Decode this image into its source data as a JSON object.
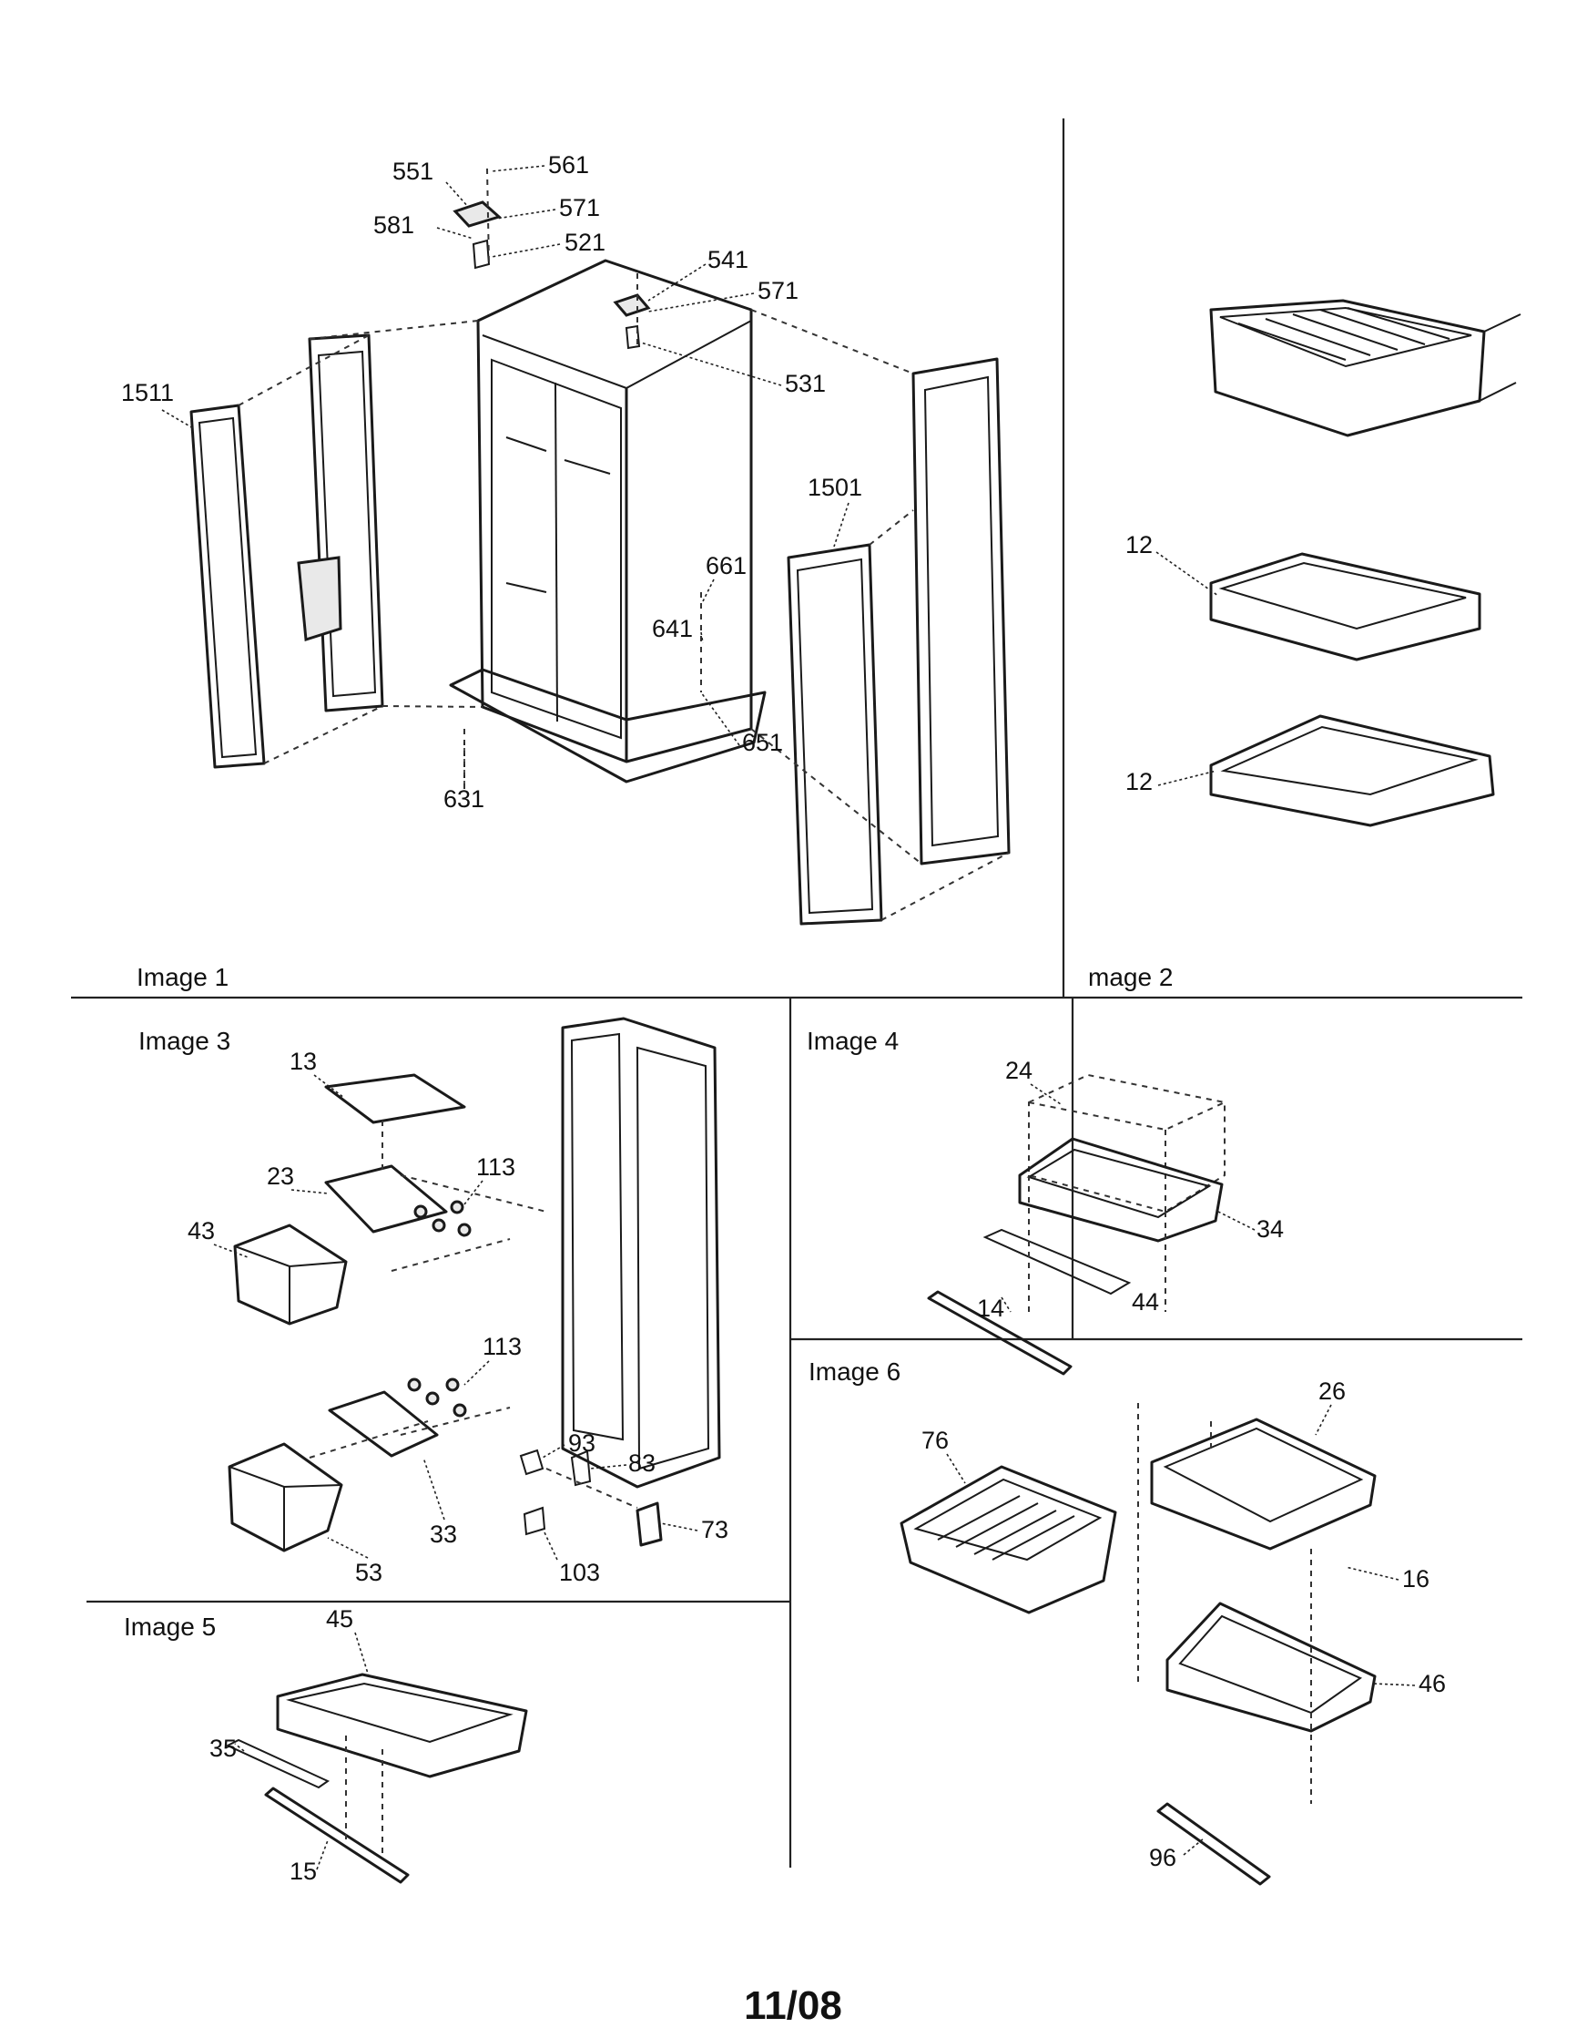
{
  "panels": [
    {
      "title": "Image 1"
    },
    {
      "title": "mage 2"
    },
    {
      "title": "Image 3"
    },
    {
      "title": "Image 4"
    },
    {
      "title": "Image 5"
    },
    {
      "title": "Image 6"
    }
  ],
  "callouts": {
    "image1": [
      "551",
      "561",
      "571",
      "581",
      "521",
      "541",
      "571",
      "531",
      "1511",
      "1501",
      "661",
      "641",
      "651",
      "631"
    ],
    "image2": [
      "12",
      "12"
    ],
    "image3": [
      "13",
      "113",
      "23",
      "43",
      "113",
      "93",
      "83",
      "33",
      "73",
      "53",
      "103"
    ],
    "image4": [
      "24",
      "34",
      "14",
      "44"
    ],
    "image5": [
      "45",
      "35",
      "15"
    ],
    "image6": [
      "26",
      "76",
      "16",
      "46",
      "96"
    ]
  },
  "footer": {
    "date": "11/08"
  }
}
